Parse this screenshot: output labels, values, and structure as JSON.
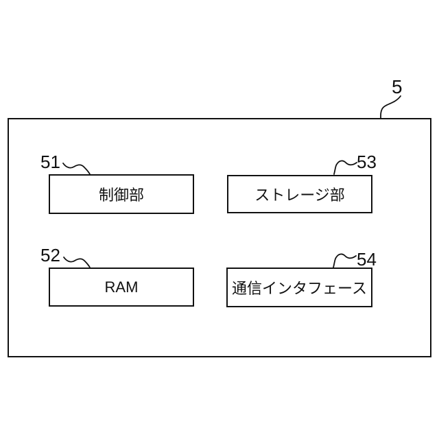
{
  "figure": {
    "outer": {
      "ref": "5"
    },
    "blocks": [
      {
        "ref": "51",
        "label": "制御部"
      },
      {
        "ref": "52",
        "label": "RAM"
      },
      {
        "ref": "53",
        "label": "ストレージ部"
      },
      {
        "ref": "54",
        "label": "通信インタフェース"
      }
    ],
    "colors": {
      "line": "#111111",
      "background": "#ffffff"
    }
  }
}
